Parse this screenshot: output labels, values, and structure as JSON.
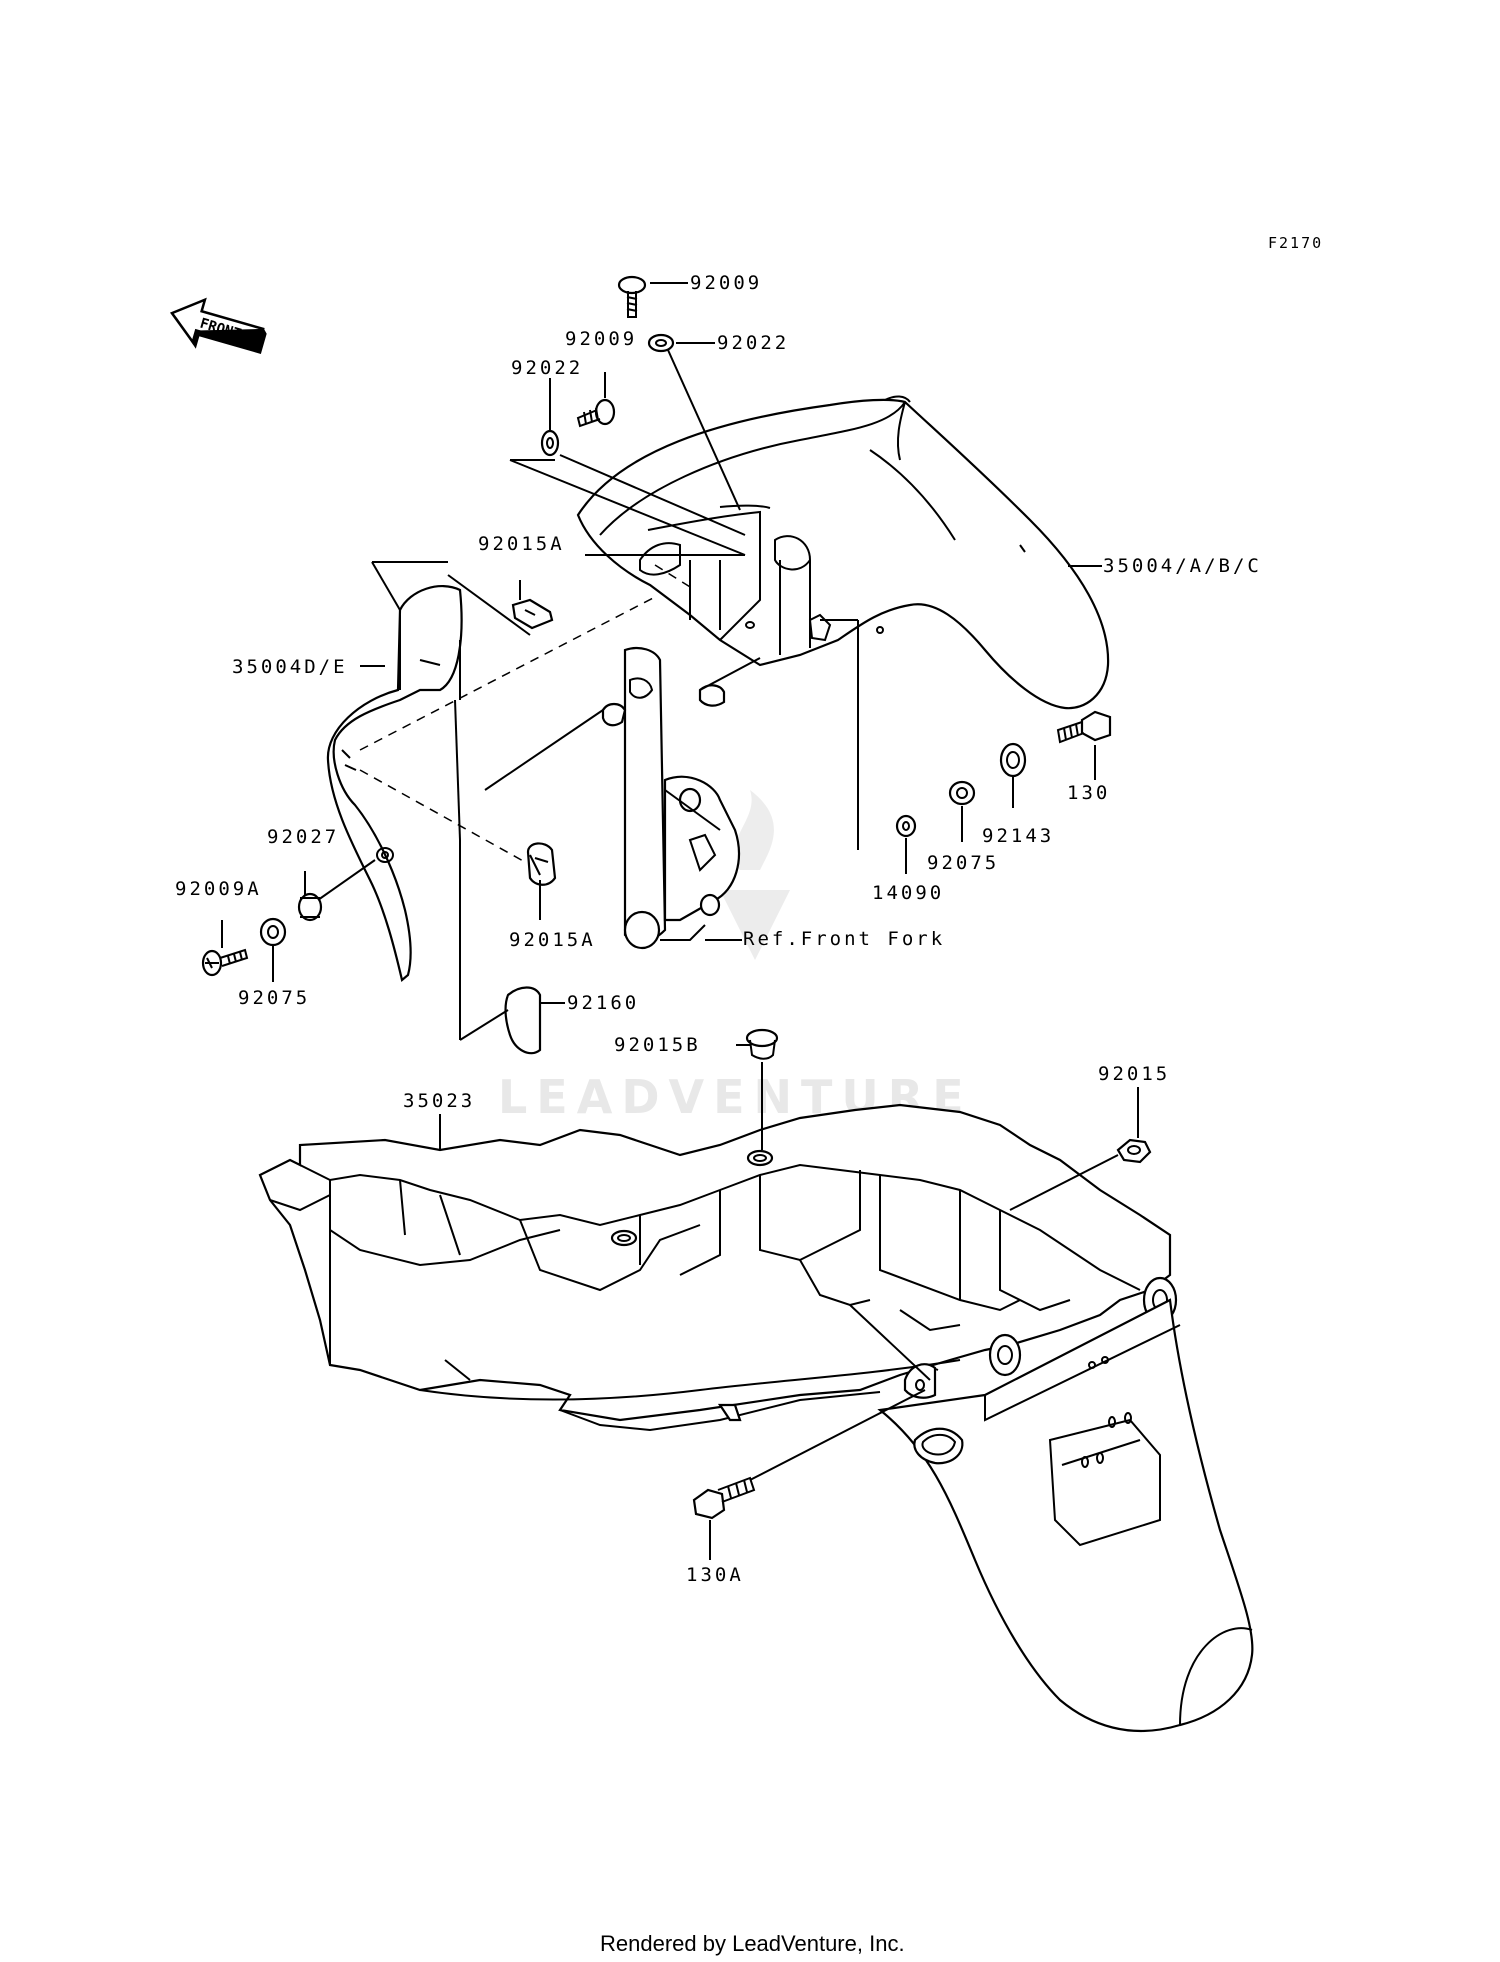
{
  "diagram_code": "F2170",
  "front_arrow": "FRONT",
  "watermark": "LEADVENTURE",
  "footer": "Rendered by LeadVenture, Inc.",
  "labels": {
    "p92009_top": "92009",
    "p92009_mid": "92009",
    "p92022_top": "92022",
    "p92022_left": "92022",
    "p92015A_top": "92015A",
    "p92015A_bottom": "92015A",
    "p35004": "35004/A/B/C",
    "p35004DE": "35004D/E",
    "p130": "130",
    "p92143": "92143",
    "p92075_right": "92075",
    "p14090": "14090",
    "ref_front_fork": "Ref.Front Fork",
    "p92027": "92027",
    "p92009A": "92009A",
    "p92075_left": "92075",
    "p92160": "92160",
    "p92015B": "92015B",
    "p35023": "35023",
    "p92015": "92015",
    "p130A": "130A"
  }
}
